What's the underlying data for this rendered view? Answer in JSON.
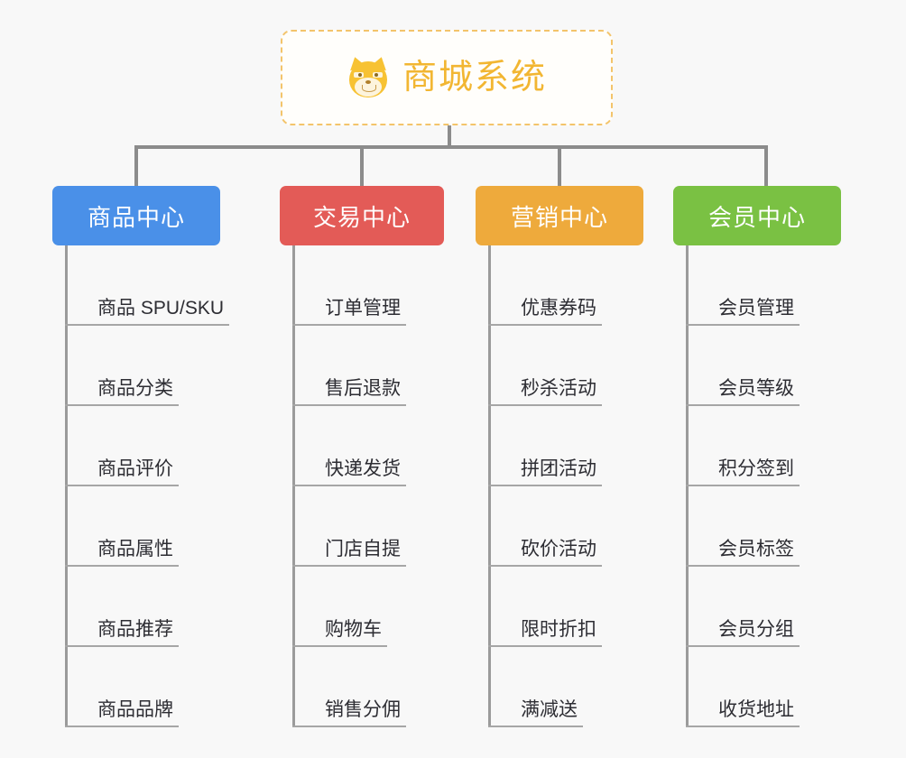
{
  "background_color": "#f8f8f8",
  "root": {
    "title": "商城系统",
    "icon": "shiba-dog-face-emoji",
    "text_color": "#f2b632",
    "border_color": "#f3c46b"
  },
  "connector_color": "#8c8c8c",
  "branches": [
    {
      "label": "商品中心",
      "color": "#4a90e8",
      "items": [
        "商品 SPU/SKU",
        "商品分类",
        "商品评价",
        "商品属性",
        "商品推荐",
        "商品品牌"
      ]
    },
    {
      "label": "交易中心",
      "color": "#e35b57",
      "items": [
        "订单管理",
        "售后退款",
        "快递发货",
        "门店自提",
        "购物车",
        "销售分佣"
      ]
    },
    {
      "label": "营销中心",
      "color": "#eeaa3c",
      "items": [
        "优惠券码",
        "秒杀活动",
        "拼团活动",
        "砍价活动",
        "限时折扣",
        "满减送"
      ]
    },
    {
      "label": "会员中心",
      "color": "#7ac143",
      "items": [
        "会员管理",
        "会员等级",
        "积分签到",
        "会员标签",
        "会员分组",
        "收货地址"
      ]
    }
  ]
}
